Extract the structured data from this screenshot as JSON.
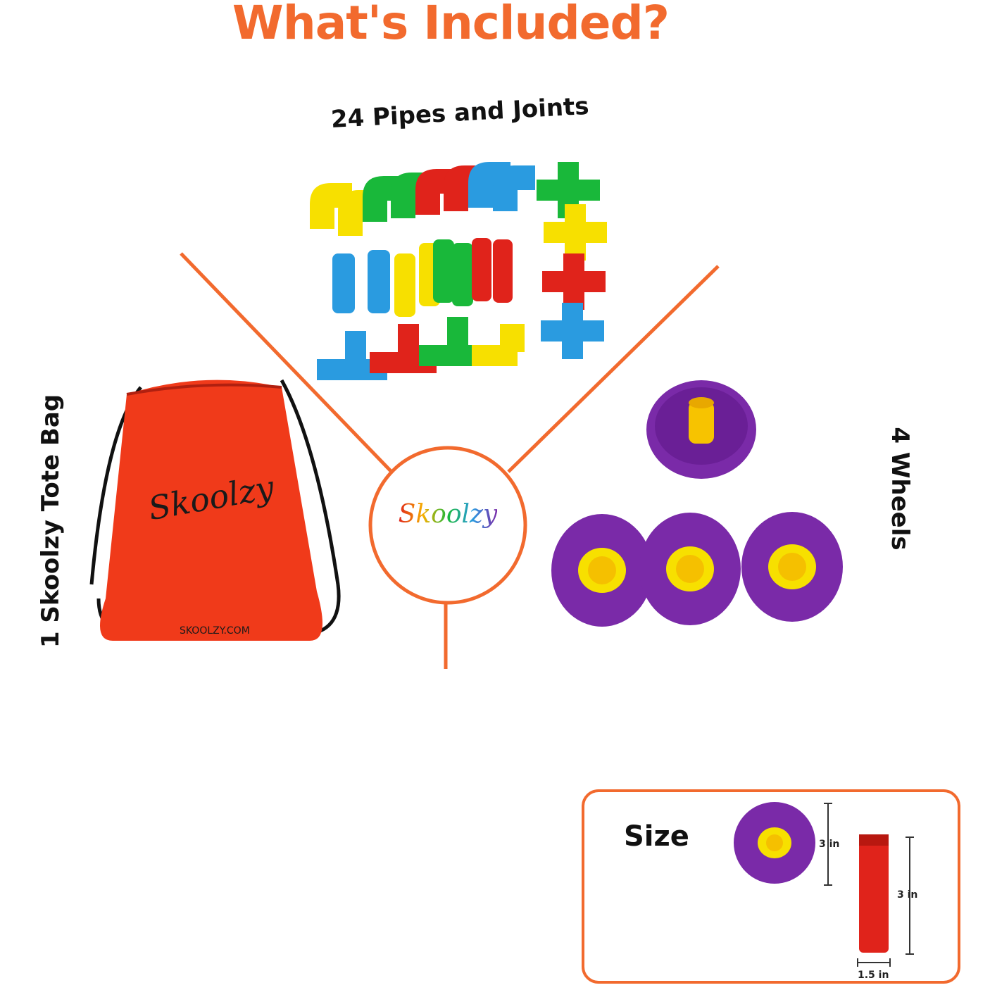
{
  "title": "What's Included?",
  "items": {
    "pipes": "24 Pipes and Joints",
    "tote": "1 Skoolzy Tote Bag",
    "wheels": "4 Wheels"
  },
  "bag": {
    "logo": "Skoolzy",
    "url": "SKOOLZY.COM"
  },
  "center_logo": "Skoolzy",
  "size": {
    "title": "Size",
    "wheel_height": "3 in",
    "pipe_height": "3 in",
    "pipe_width": "1.5 in"
  },
  "colors": {
    "accent": "#f26a2e",
    "yellow": "#f7e000",
    "green": "#19b83a",
    "red": "#e0231b",
    "blue": "#2a9be0",
    "purple": "#7a2aa8",
    "bag": "#f03a1a"
  }
}
